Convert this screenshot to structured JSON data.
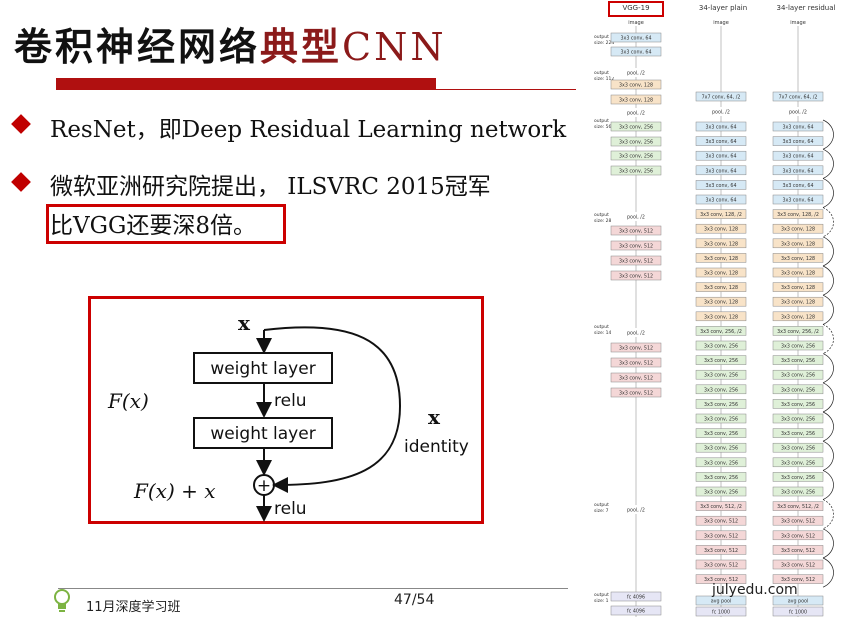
{
  "title": {
    "part1": "卷积神经网络",
    "part2": "典型",
    "part3": "CNN"
  },
  "bullets": [
    {
      "text": "ResNet，即Deep Residual Learning network"
    },
    {
      "line1": "微软亚洲研究院提出， ILSVRC 2015冠军",
      "line2": "比VGG还要深8倍。"
    }
  ],
  "residual_block": {
    "input": "x",
    "layer1": "weight layer",
    "act1": "relu",
    "layer2": "weight layer",
    "func_label": "F(x)",
    "sum_label": "F(x) + x",
    "plus": "+",
    "act2": "relu",
    "identity_x": "x",
    "identity_label": "identity"
  },
  "footer": {
    "course": "11月深度学习班",
    "page": "47/54"
  },
  "watermark": "julyedu.com",
  "network": {
    "headers": [
      "VGG-19",
      "34-layer plain",
      "34-layer residual"
    ],
    "image_label": "image",
    "output_sizes": [
      {
        "label": "output",
        "size": "size: 224"
      },
      {
        "label": "output",
        "size": "size: 112"
      },
      {
        "label": "output",
        "size": "size: 56"
      },
      {
        "label": "output",
        "size": "size: 28"
      },
      {
        "label": "output",
        "size": "size: 14"
      },
      {
        "label": "output",
        "size": "size: 7"
      },
      {
        "label": "output",
        "size": "size: 1"
      }
    ],
    "vgg": [
      "3x3 conv, 64",
      "3x3 conv, 64",
      "pool, /2",
      "3x3 conv, 128",
      "3x3 conv, 128",
      "pool, /2",
      "3x3 conv, 256",
      "3x3 conv, 256",
      "3x3 conv, 256",
      "3x3 conv, 256",
      "pool, /2",
      "3x3 conv, 512",
      "3x3 conv, 512",
      "3x3 conv, 512",
      "3x3 conv, 512",
      "pool, /2",
      "3x3 conv, 512",
      "3x3 conv, 512",
      "3x3 conv, 512",
      "3x3 conv, 512",
      "pool, /2",
      "fc 4096",
      "fc 4096"
    ],
    "plain_head": [
      "7x7 conv, 64, /2",
      "pool, /2"
    ],
    "plain": [
      "3x3 conv, 64",
      "3x3 conv, 64",
      "3x3 conv, 64",
      "3x3 conv, 64",
      "3x3 conv, 64",
      "3x3 conv, 64",
      "3x3 conv, 128, /2",
      "3x3 conv, 128",
      "3x3 conv, 128",
      "3x3 conv, 128",
      "3x3 conv, 128",
      "3x3 conv, 128",
      "3x3 conv, 128",
      "3x3 conv, 128",
      "3x3 conv, 256, /2",
      "3x3 conv, 256",
      "3x3 conv, 256",
      "3x3 conv, 256",
      "3x3 conv, 256",
      "3x3 conv, 256",
      "3x3 conv, 256",
      "3x3 conv, 256",
      "3x3 conv, 256",
      "3x3 conv, 256",
      "3x3 conv, 256",
      "3x3 conv, 256",
      "3x3 conv, 512, /2",
      "3x3 conv, 512",
      "3x3 conv, 512",
      "3x3 conv, 512",
      "3x3 conv, 512",
      "3x3 conv, 512"
    ],
    "tail": [
      "avg pool",
      "fc 1000"
    ],
    "colors": {
      "vgg_64": "#d6e9f5",
      "vgg_128": "#f8e3c8",
      "vgg_256": "#dff0d8",
      "vgg_512": "#f4d7d7",
      "fc": "#e6e6f5",
      "pool": "#ffffff"
    }
  }
}
